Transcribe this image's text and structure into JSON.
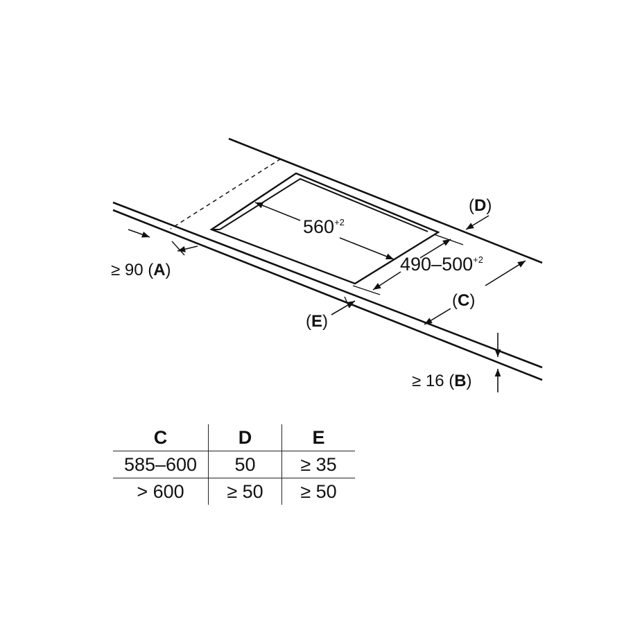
{
  "labels": {
    "A": {
      "prefix": "≥ 90 (",
      "letter": "A",
      "suffix": ")"
    },
    "B": {
      "prefix": "≥ 16 (",
      "letter": "B",
      "suffix": ")"
    },
    "C": {
      "prefix": "(",
      "letter": "C",
      "suffix": ")"
    },
    "D": {
      "prefix": "(",
      "letter": "D",
      "suffix": ")"
    },
    "E": {
      "prefix": "(",
      "letter": "E",
      "suffix": ")"
    },
    "width": {
      "value": "560",
      "tolerance": "+2"
    },
    "depth": {
      "value": "490–500",
      "tolerance": "+2"
    }
  },
  "table": {
    "headers": [
      "C",
      "D",
      "E"
    ],
    "rows": [
      [
        "585–600",
        "50",
        "≥ 35"
      ],
      [
        "> 600",
        "≥ 50",
        "≥ 50"
      ]
    ]
  }
}
